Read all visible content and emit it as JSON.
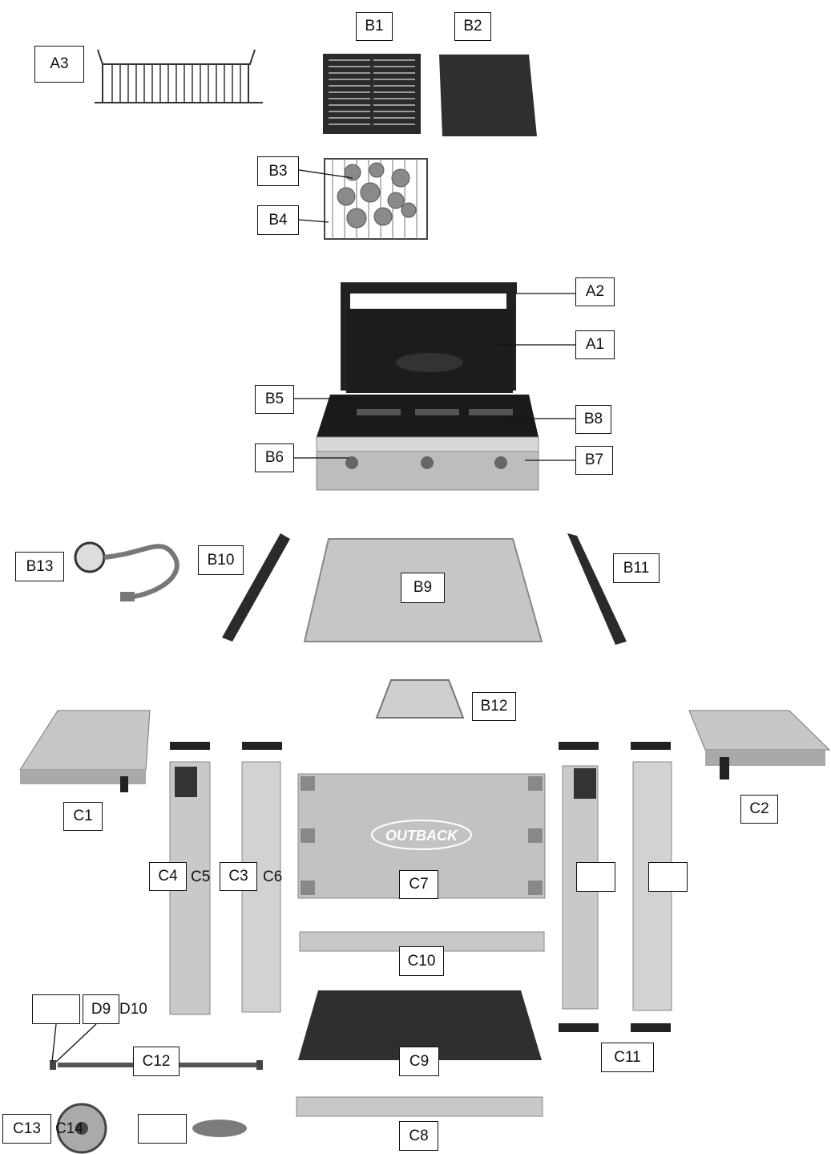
{
  "labels": {
    "A3": "A3",
    "B1": "B1",
    "B2": "B2",
    "B3": "B3",
    "B4": "B4",
    "A2": "A2",
    "A1": "A1",
    "B5": "B5",
    "B8": "B8",
    "B6": "B6",
    "B7": "B7",
    "B13": "B13",
    "B10": "B10",
    "B9": "B9",
    "B11": "B11",
    "B12": "B12",
    "C1": "C1",
    "C2": "C2",
    "C4": "C4",
    "C5": "C5",
    "C3": "C3",
    "C6": "C6",
    "C7": "C7",
    "C10": "C10",
    "C11": "C11",
    "C9": "C9",
    "C8": "C8",
    "C12": "C12",
    "C13": "C13",
    "C14": "C14",
    "D9": "D9",
    "D10": "D10"
  },
  "logo_text": "OUTBACK"
}
